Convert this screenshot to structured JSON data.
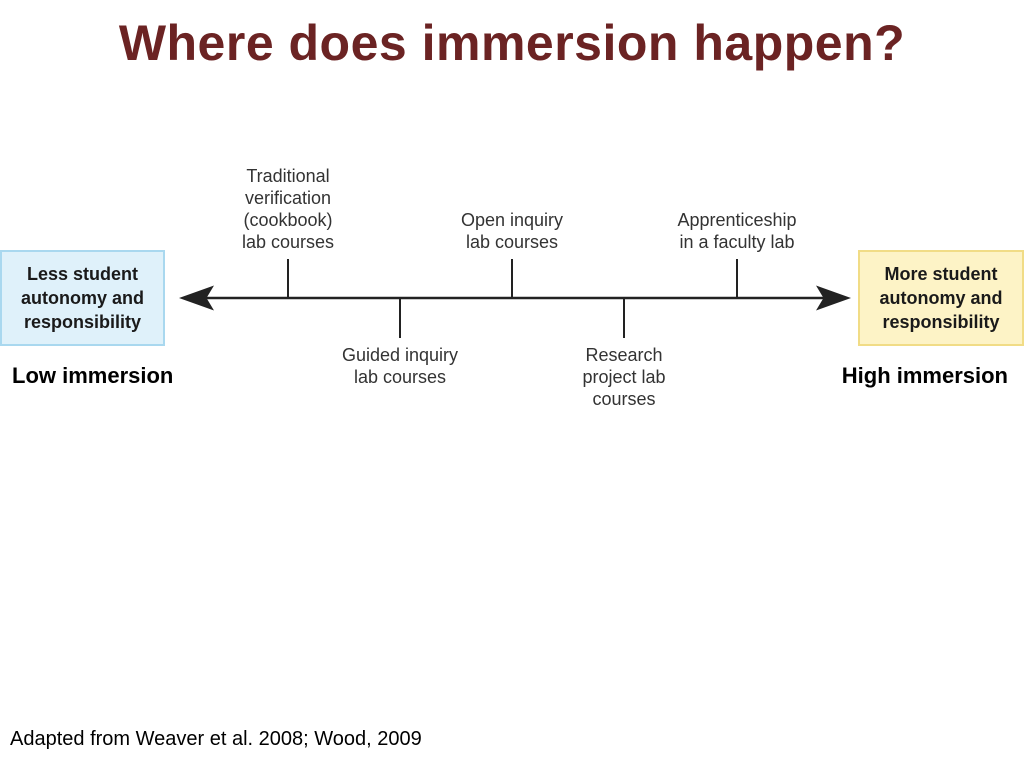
{
  "title": "Where does immersion happen?",
  "spectrum": {
    "left_box": "Less student autonomy and responsibility",
    "right_box": "More student autonomy and responsibility",
    "low_label": "Low immersion",
    "high_label": "High immersion"
  },
  "courses_above": [
    "Traditional\nverification\n(cookbook)\nlab courses",
    "Open inquiry\nlab courses",
    "Apprenticeship\nin a faculty lab"
  ],
  "courses_below": [
    "Guided inquiry\nlab courses",
    "Research\nproject lab\ncourses"
  ],
  "citation": "Adapted from Weaver et al. 2008; Wood, 2009"
}
